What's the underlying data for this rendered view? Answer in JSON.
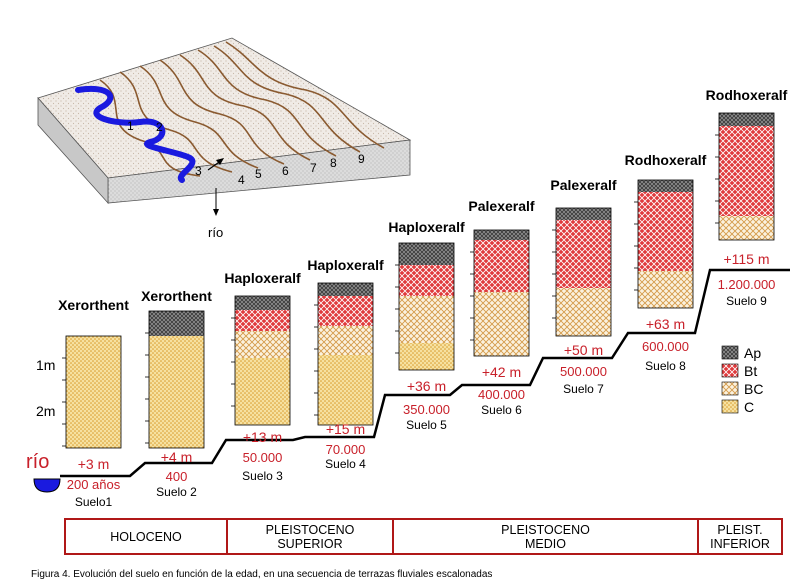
{
  "block_labels": [
    "1",
    "2",
    "3",
    "4",
    "5",
    "6",
    "7",
    "8",
    "9"
  ],
  "river_arrow_label": "río",
  "river_label": "río",
  "depth_ticks": [
    "1m",
    "2m"
  ],
  "profiles": [
    {
      "name": "Xerorthent",
      "height": "+3 m",
      "age": "200 años",
      "suelo": "Suelo1"
    },
    {
      "name": "Xerorthent",
      "height": "+4 m",
      "age": "400",
      "suelo": "Suelo 2"
    },
    {
      "name": "Haploxeralf",
      "height": "+13 m",
      "age": "50.000",
      "suelo": "Suelo 3"
    },
    {
      "name": "Haploxeralf",
      "height": "+15 m",
      "age": "70.000",
      "suelo": "Suelo 4"
    },
    {
      "name": "Haploxeralf",
      "height": "+36 m",
      "age": "350.000",
      "suelo": "Suelo 5"
    },
    {
      "name": "Palexeralf",
      "height": "+42 m",
      "age": "400.000",
      "suelo": "Suelo 6"
    },
    {
      "name": "Palexeralf",
      "height": "+50 m",
      "age": "500.000",
      "suelo": "Suelo 7"
    },
    {
      "name": "Rodhoxeralf",
      "height": "+63 m",
      "age": "600.000",
      "suelo": "Suelo 8"
    },
    {
      "name": "Rodhoxeralf",
      "height": "+115 m",
      "age": "1.200.000",
      "suelo": "Suelo 9"
    }
  ],
  "legend": [
    {
      "label": "Ap",
      "pattern": "ap"
    },
    {
      "label": "Bt",
      "pattern": "bt"
    },
    {
      "label": "BC",
      "pattern": "bc"
    },
    {
      "label": "C",
      "pattern": "c"
    }
  ],
  "eras": [
    {
      "line1": "HOLOCENO",
      "line2": ""
    },
    {
      "line1": "PLEISTOCENO",
      "line2": "SUPERIOR"
    },
    {
      "line1": "PLEISTOCENO",
      "line2": "MEDIO"
    },
    {
      "line1": "PLEIST.",
      "line2": "INFERIOR"
    }
  ],
  "caption": "Figura 4. Evolución del suelo en función de la edad, en una secuencia de terrazas fluviales escalonadas",
  "colors": {
    "accent_red": "#c8202a",
    "ap": "#555555",
    "bt": "#d8232a",
    "bc": "#d9a860",
    "c": "#e8b840",
    "river": "#1a1adf"
  }
}
